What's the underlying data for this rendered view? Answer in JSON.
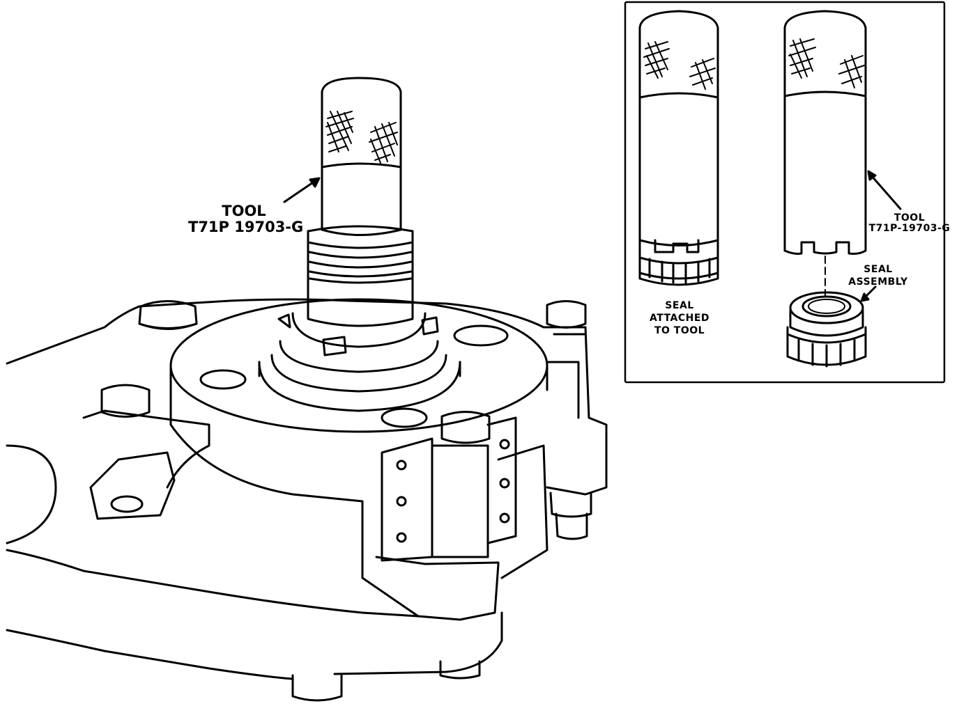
{
  "labels": {
    "main_tool_line1": "TOOL",
    "main_tool_line2": "T71P 19703-G",
    "inset_tool_line1": "TOOL",
    "inset_tool_line2": "T71P-19703-G",
    "seal_attached_line1": "SEAL",
    "seal_attached_line2": "ATTACHED",
    "seal_attached_line3": "TO TOOL",
    "seal_assembly_line1": "SEAL",
    "seal_assembly_line2": "ASSEMBLY"
  },
  "colors": {
    "ink": "#000000",
    "paper": "#ffffff"
  }
}
